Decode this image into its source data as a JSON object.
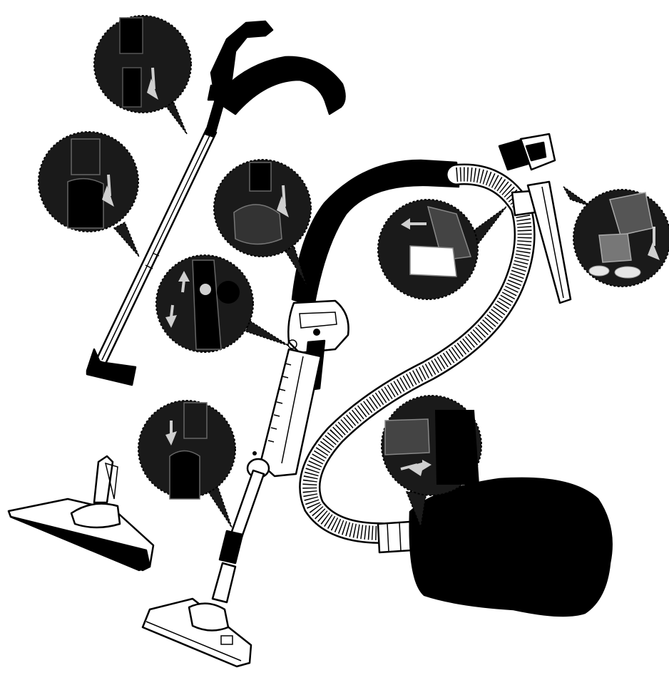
{
  "figure": {
    "subject": "vacuum-cleaner-assembly",
    "colors": {
      "ink": "#000000",
      "bubble": "#1a1a1a",
      "paper": "#ffffff",
      "highlight": "#d9d9d9"
    },
    "callouts": [
      {
        "id": "callout-handle-to-tube",
        "arrow": "down"
      },
      {
        "id": "callout-tube-joint",
        "arrow": "down"
      },
      {
        "id": "callout-hose-to-handle",
        "arrow": "down"
      },
      {
        "id": "callout-tube-lock-slide",
        "arrow": "up-down"
      },
      {
        "id": "callout-tube-to-nozzle",
        "arrow": "down"
      },
      {
        "id": "callout-hose-clip",
        "arrow": "left"
      },
      {
        "id": "callout-accessory-tool",
        "arrow": "down"
      },
      {
        "id": "callout-hose-to-body",
        "arrow": "right"
      }
    ]
  }
}
